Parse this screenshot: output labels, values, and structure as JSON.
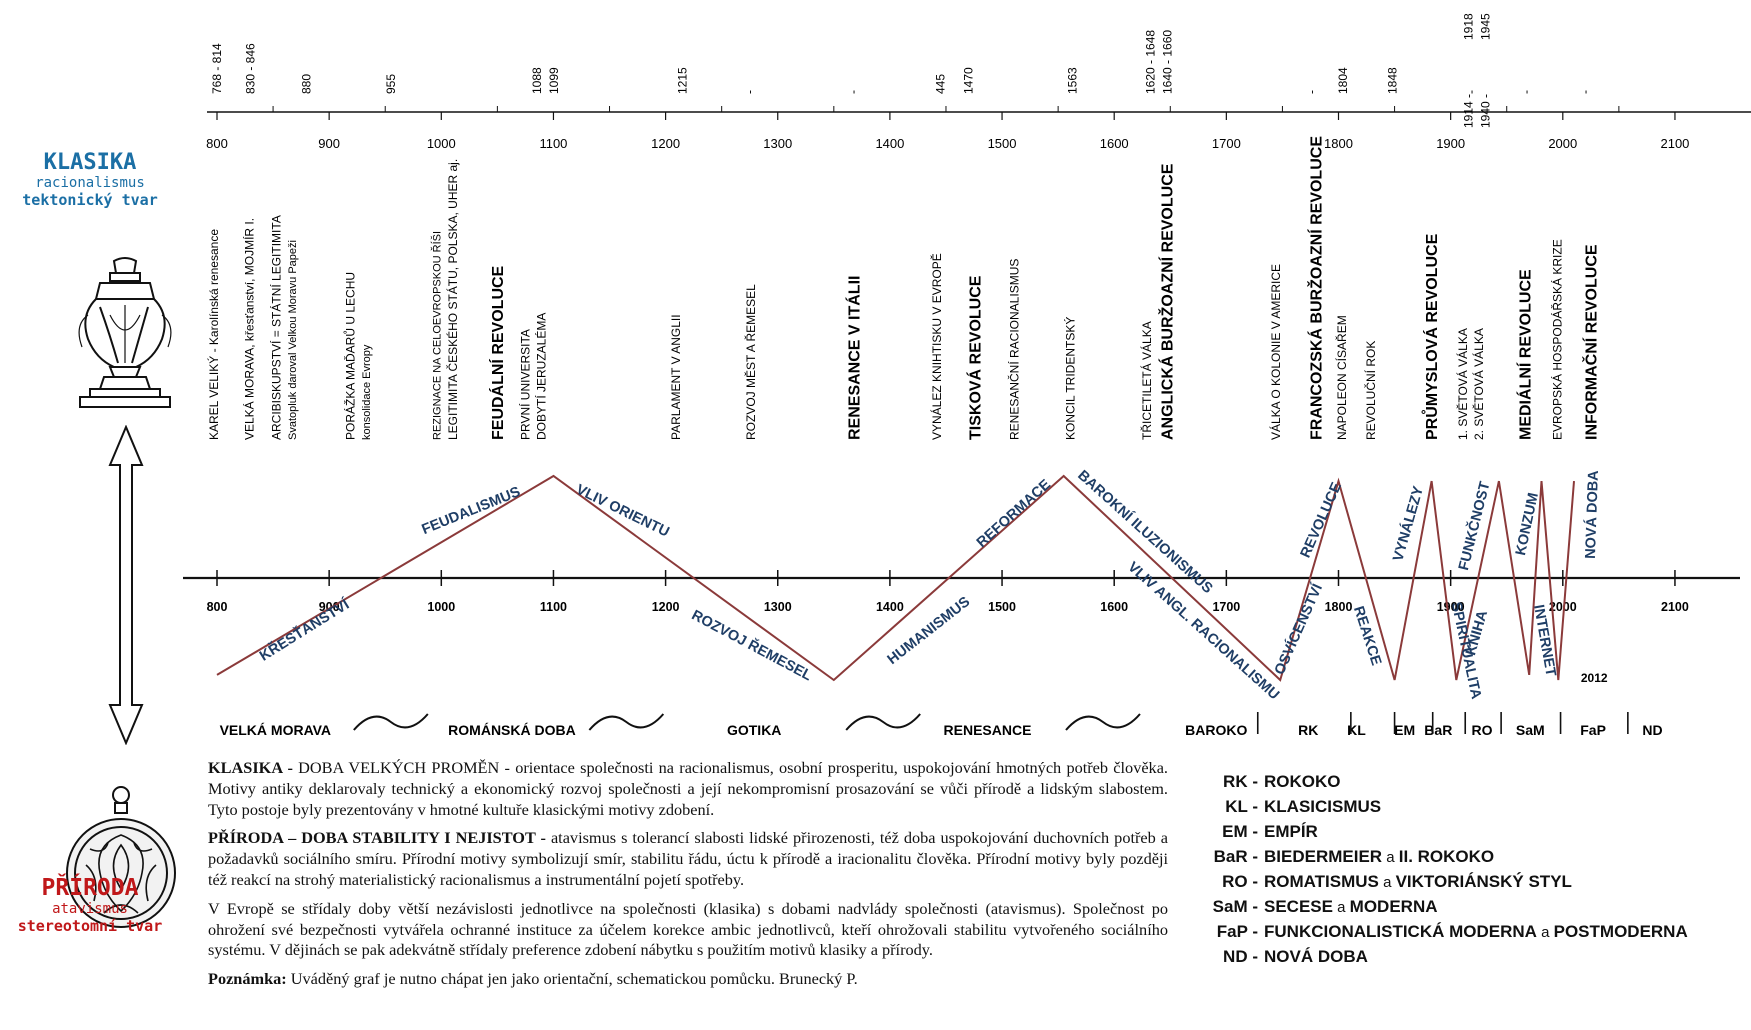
{
  "colors": {
    "klasika": "#1b6fa5",
    "priroda": "#c0181a",
    "zigzag": "#8b3a3a",
    "wave_label": "#1f3e66"
  },
  "klasika": {
    "title": "KLASIKA",
    "sub1": "racionalismus",
    "sub2": "tektonický tvar"
  },
  "priroda": {
    "title": "PŘÍRODA",
    "sub1": "atavismus",
    "sub2": "stereotomní tvar"
  },
  "top_axis": {
    "ticks": [
      {
        "year": 800,
        "label": "800"
      },
      {
        "year": 900,
        "label": "900"
      },
      {
        "year": 1000,
        "label": "1000"
      },
      {
        "year": 1100,
        "label": "1100"
      },
      {
        "year": 1200,
        "label": "1200"
      },
      {
        "year": 1300,
        "label": "1300"
      },
      {
        "year": 1400,
        "label": "1400"
      },
      {
        "year": 1500,
        "label": "1500"
      },
      {
        "year": 1600,
        "label": "1600"
      },
      {
        "year": 1700,
        "label": "1700"
      },
      {
        "year": 1800,
        "label": "1800"
      },
      {
        "year": 1900,
        "label": "1900"
      },
      {
        "year": 2000,
        "label": "2000"
      },
      {
        "year": 2100,
        "label": "2100"
      }
    ],
    "dates": [
      {
        "year": 800,
        "lines": [
          "768 - 814"
        ]
      },
      {
        "year": 830,
        "lines": [
          "830 - 846"
        ]
      },
      {
        "year": 880,
        "lines": [
          "880"
        ]
      },
      {
        "year": 955,
        "lines": [
          "955"
        ]
      },
      {
        "year": 1093,
        "lines": [
          "1088",
          "1099"
        ]
      },
      {
        "year": 1215,
        "lines": [
          "1215"
        ]
      },
      {
        "year": 1275,
        "lines": [
          "-"
        ]
      },
      {
        "year": 1367,
        "lines": [
          "-"
        ]
      },
      {
        "year": 1445,
        "lines": [
          "445"
        ]
      },
      {
        "year": 1470,
        "lines": [
          "1470"
        ]
      },
      {
        "year": 1563,
        "lines": [
          "1563"
        ]
      },
      {
        "year": 1640,
        "lines": [
          "1620 - 1648",
          "1640 - 1660"
        ]
      },
      {
        "year": 1776,
        "lines": [
          "-"
        ]
      },
      {
        "year": 1804,
        "lines": [
          "1804"
        ]
      },
      {
        "year": 1848,
        "lines": [
          "1848"
        ]
      },
      {
        "year": 1918,
        "lines": [
          "-"
        ]
      },
      {
        "year": 1967,
        "lines": [
          "-"
        ]
      },
      {
        "year": 2020,
        "lines": [
          "-"
        ]
      }
    ],
    "wars": {
      "left": [
        "1914 -",
        "1940 -"
      ],
      "right": [
        "1918",
        "1945"
      ]
    }
  },
  "events": [
    {
      "year": 797,
      "lines": [
        {
          "text": "KAREL VELIKÝ - Karolínská renesance",
          "style": "m"
        }
      ]
    },
    {
      "year": 829,
      "lines": [
        {
          "text": "VELKÁ MORAVA, křesťanství, MOJMÍR I.",
          "style": "m"
        }
      ]
    },
    {
      "year": 860,
      "lines": [
        {
          "text": "ARCIBISKUPSTVÍ = STÁTNÍ LEGITIMITA",
          "style": "m"
        },
        {
          "text": "Svatopluk daroval Velkou Moravu Papeži",
          "style": "s"
        }
      ]
    },
    {
      "year": 926,
      "lines": [
        {
          "text": "PORÁŽKA MAĎARŮ U LECHU",
          "style": "m"
        },
        {
          "text": "konsolidace Evropy",
          "style": "s"
        }
      ]
    },
    {
      "year": 1003,
      "lines": [
        {
          "text": "REZIGNACE NA CELOEVROPSKOU ŘÍŠI",
          "style": "s"
        },
        {
          "text": "LEGITIMITA ČESKÉHO STÁTU, POLSKA, UHER aj.",
          "style": "m"
        }
      ]
    },
    {
      "year": 1050,
      "lines": [
        {
          "text": "FEUDÁLNÍ REVOLUCE",
          "style": "b"
        }
      ]
    },
    {
      "year": 1082,
      "lines": [
        {
          "text": "PRVNÍ UNIVERSITA",
          "style": "m"
        },
        {
          "text": "DOBYTÍ JERUZALÉMA",
          "style": "m"
        }
      ]
    },
    {
      "year": 1209,
      "lines": [
        {
          "text": "PARLAMENT V ANGLII",
          "style": "m"
        }
      ]
    },
    {
      "year": 1276,
      "lines": [
        {
          "text": "ROZVOJ MĚST A ŘEMESEL",
          "style": "m"
        }
      ]
    },
    {
      "year": 1368,
      "lines": [
        {
          "text": "RENESANCE  V ITÁLII",
          "style": "b"
        }
      ]
    },
    {
      "year": 1442,
      "lines": [
        {
          "text": "VYNÁLEZ KNIHTISKU V EVROPĚ",
          "style": "m"
        }
      ]
    },
    {
      "year": 1476,
      "lines": [
        {
          "text": "TISKOVÁ REVOLUCE",
          "style": "b"
        }
      ]
    },
    {
      "year": 1511,
      "lines": [
        {
          "text": "RENESANČNÍ RACIONALISMUS",
          "style": "m"
        }
      ]
    },
    {
      "year": 1561,
      "lines": [
        {
          "text": "KONCIL TRIDENTSKÝ",
          "style": "m"
        }
      ]
    },
    {
      "year": 1629,
      "lines": [
        {
          "text": "TŘICETILETÁ VÁLKA",
          "style": "m"
        }
      ]
    },
    {
      "year": 1647,
      "lines": [
        {
          "text": "ANGLICKÁ  BURŽOAZNÍ REVOLUCE",
          "style": "b"
        }
      ]
    },
    {
      "year": 1744,
      "lines": [
        {
          "text": "VÁLKA O KOLONIE V AMERICE",
          "style": "m"
        }
      ]
    },
    {
      "year": 1780,
      "lines": [
        {
          "text": "FRANCOZSKÁ  BURŽOAZNÍ  REVOLUCE",
          "style": "b"
        }
      ]
    },
    {
      "year": 1803,
      "lines": [
        {
          "text": "NAPOLEON CÍSAŘEM",
          "style": "m"
        }
      ]
    },
    {
      "year": 1829,
      "lines": [
        {
          "text": "REVOLUČNÍ ROK",
          "style": "m"
        }
      ]
    },
    {
      "year": 1883,
      "lines": [
        {
          "text": "PRŮMYSLOVÁ REVOLUCE",
          "style": "b"
        }
      ]
    },
    {
      "year": 1918,
      "lines": [
        {
          "text": "1. SVĚTOVÁ VÁLKA",
          "style": "m"
        },
        {
          "text": "2. SVĚTOVÁ VÁLKA",
          "style": "m"
        }
      ]
    },
    {
      "year": 1966,
      "lines": [
        {
          "text": "MEDIÁLNÍ REVOLUCE",
          "style": "b"
        }
      ]
    },
    {
      "year": 1995,
      "lines": [
        {
          "text": "EVROPSKÁ HOSPODÁŘSKÁ KRIZE",
          "style": "m"
        }
      ]
    },
    {
      "year": 2025,
      "lines": [
        {
          "text": "INFORMAČNÍ REVOLUCE",
          "style": "b"
        }
      ]
    }
  ],
  "zigzag": [
    {
      "year": 800,
      "level": -0.95
    },
    {
      "year": 1100,
      "level": 1
    },
    {
      "year": 1350,
      "level": -1
    },
    {
      "year": 1555,
      "level": 1
    },
    {
      "year": 1748,
      "level": -1
    },
    {
      "year": 1800,
      "level": 0.95
    },
    {
      "year": 1850,
      "level": -1
    },
    {
      "year": 1883,
      "level": 0.95
    },
    {
      "year": 1905,
      "level": -1
    },
    {
      "year": 1943,
      "level": 0.95
    },
    {
      "year": 1970,
      "level": -0.95
    },
    {
      "year": 1981,
      "level": 0.95
    },
    {
      "year": 1996,
      "level": -1
    },
    {
      "year": 2010,
      "level": 0.95
    }
  ],
  "wave_labels": [
    {
      "text": "KŘESŤANSTVÍ",
      "year": 880,
      "level": -0.55,
      "angle": -32
    },
    {
      "text": "FEUDALISMUS",
      "year": 1028,
      "level": 0.62,
      "angle": -22
    },
    {
      "text": "VLIV ORIENTU",
      "year": 1160,
      "level": 0.62,
      "angle": 26
    },
    {
      "text": "ROZVOJ  ŘEMESEL",
      "year": 1275,
      "level": -0.7,
      "angle": 28
    },
    {
      "text": "HUMANISMUS",
      "year": 1437,
      "level": -0.55,
      "angle": -38
    },
    {
      "text": "REFORMACE",
      "year": 1513,
      "level": 0.6,
      "angle": -42
    },
    {
      "text": "BAROKNÍ ILUZIONISMUS",
      "year": 1625,
      "level": 0.42,
      "angle": 42
    },
    {
      "text": "VLIV ANGL. RACIONALISMU",
      "year": 1677,
      "level": -0.55,
      "angle": 42
    },
    {
      "text": "OSVÍCENSTVÍ",
      "year": 1768,
      "level": -0.52,
      "angle": -66
    },
    {
      "text": "REVOLUCE",
      "year": 1788,
      "level": 0.55,
      "angle": -66
    },
    {
      "text": "REAKCE",
      "year": 1822,
      "level": -0.58,
      "angle": 72
    },
    {
      "text": "VYNÁLEZY",
      "year": 1866,
      "level": 0.52,
      "angle": -74
    },
    {
      "text": "SPIRITUALITA",
      "year": 1910,
      "level": -0.72,
      "angle": 78
    },
    {
      "text": "FUNKČNOST",
      "year": 1925,
      "level": 0.5,
      "angle": -76
    },
    {
      "text": "KNIHA",
      "year": 1927,
      "level": -0.55,
      "angle": -74
    },
    {
      "text": "KONZUM",
      "year": 1972,
      "level": 0.52,
      "angle": -78
    },
    {
      "text": "INTERNET",
      "year": 1980,
      "level": -0.62,
      "angle": 80
    },
    {
      "text": "NOVÁ  DOBA",
      "year": 2030,
      "level": 0.62,
      "angle": -88
    }
  ],
  "year_2012": "2012",
  "periods": [
    {
      "text": "VELKÁ MORAVA",
      "year": 852
    },
    {
      "text": "ROMÁNSKÁ DOBA",
      "year": 1063
    },
    {
      "text": "GOTIKA",
      "year": 1279
    },
    {
      "text": "RENESANCE",
      "year": 1487
    },
    {
      "text": "BAROKO",
      "year": 1691
    },
    {
      "text": "RK",
      "year": 1773
    },
    {
      "text": "KL",
      "year": 1816
    },
    {
      "text": "EM",
      "year": 1859
    },
    {
      "text": "BaR",
      "year": 1889
    },
    {
      "text": "RO",
      "year": 1928
    },
    {
      "text": "SaM",
      "year": 1971
    },
    {
      "text": "FaP",
      "year": 2027
    },
    {
      "text": "ND",
      "year": 2080
    }
  ],
  "period_waves": [
    955,
    1165,
    1394,
    1590
  ],
  "period_separators": [
    1728,
    1811,
    1850,
    1884,
    1913,
    1945,
    1998,
    2058
  ],
  "description": {
    "p1_head": "KLASIKA - ",
    "p1_head2": "DOBA VELKÝCH PROMĚN - ",
    "p1": "orientace společnosti na racionalismus, osobní prosperitu, uspokojování hmotných potřeb člověka. Motivy antiky deklarovaly technický a ekonomický rozvoj společnosti a její nekompromisní prosazování se vůči přírodě a lidským slabostem. Tyto postoje byly prezentovány v hmotné kultuře klasickými motivy zdobení.",
    "p2_head": "PŘÍRODA",
    "p2_head2": " – DOBA STABILITY I NEJISTOT - ",
    "p2": "atavismus s tolerancí slabosti lidské přirozenosti, též doba uspokojování duchovních potřeb a požadavků sociálního smíru. Přírodní motivy symbolizují smír, stabilitu řádu, úctu k přírodě a iracionalitu člověka. Přírodní motivy byly později též reakcí na strohý materialistický racionalismus a instrumentální pojetí spotřeby.",
    "p3": "V Evropě se střídaly doby větší nezávislosti jednotlivce na společnosti (klasika) s dobami nadvlády společnosti (atavismus). Společnost po ohrožení své bezpečnosti vytvářela ochranné instituce za účelem korekce ambic jednotlivců, kteří ohrožovali stabilitu vytvořeného sociálního systému. V dějinách se pak adekvátně střídaly preference zdobení nábytku s použitím motivů klasiky a přírody.",
    "p4_head": "Poznámka:",
    "p4": " Uváděný graf je nutno chápat jen jako orientační, schematickou pomůcku. Brunecký P."
  },
  "legend": [
    {
      "abbr": "RK",
      "sep": "-",
      "name": "ROKOKO",
      "extra": "",
      "name2": ""
    },
    {
      "abbr": "KL",
      "sep": "-",
      "name": "KLASICISMUS",
      "extra": "",
      "name2": ""
    },
    {
      "abbr": "EM",
      "sep": "-",
      "name": "EMPÍR",
      "extra": "",
      "name2": ""
    },
    {
      "abbr": "BaR",
      "sep": "-",
      "name": "BIEDERMEIER",
      "extra": "a",
      "name2": "II. ROKOKO"
    },
    {
      "abbr": "RO",
      "sep": "-",
      "name": "ROMATISMUS",
      "extra": "a",
      "name2": "VIKTORIÁNSKÝ  STYL"
    },
    {
      "abbr": "SaM",
      "sep": "-",
      "name": "SECESE",
      "extra": "a",
      "name2": "MODERNA"
    },
    {
      "abbr": "FaP",
      "sep": "-",
      "name": "FUNKCIONALISTICKÁ  MODERNA",
      "extra": "a",
      "name2": "POSTMODERNA"
    },
    {
      "abbr": "ND",
      "sep": "-",
      "name": "NOVÁ DOBA",
      "extra": "",
      "name2": ""
    }
  ]
}
